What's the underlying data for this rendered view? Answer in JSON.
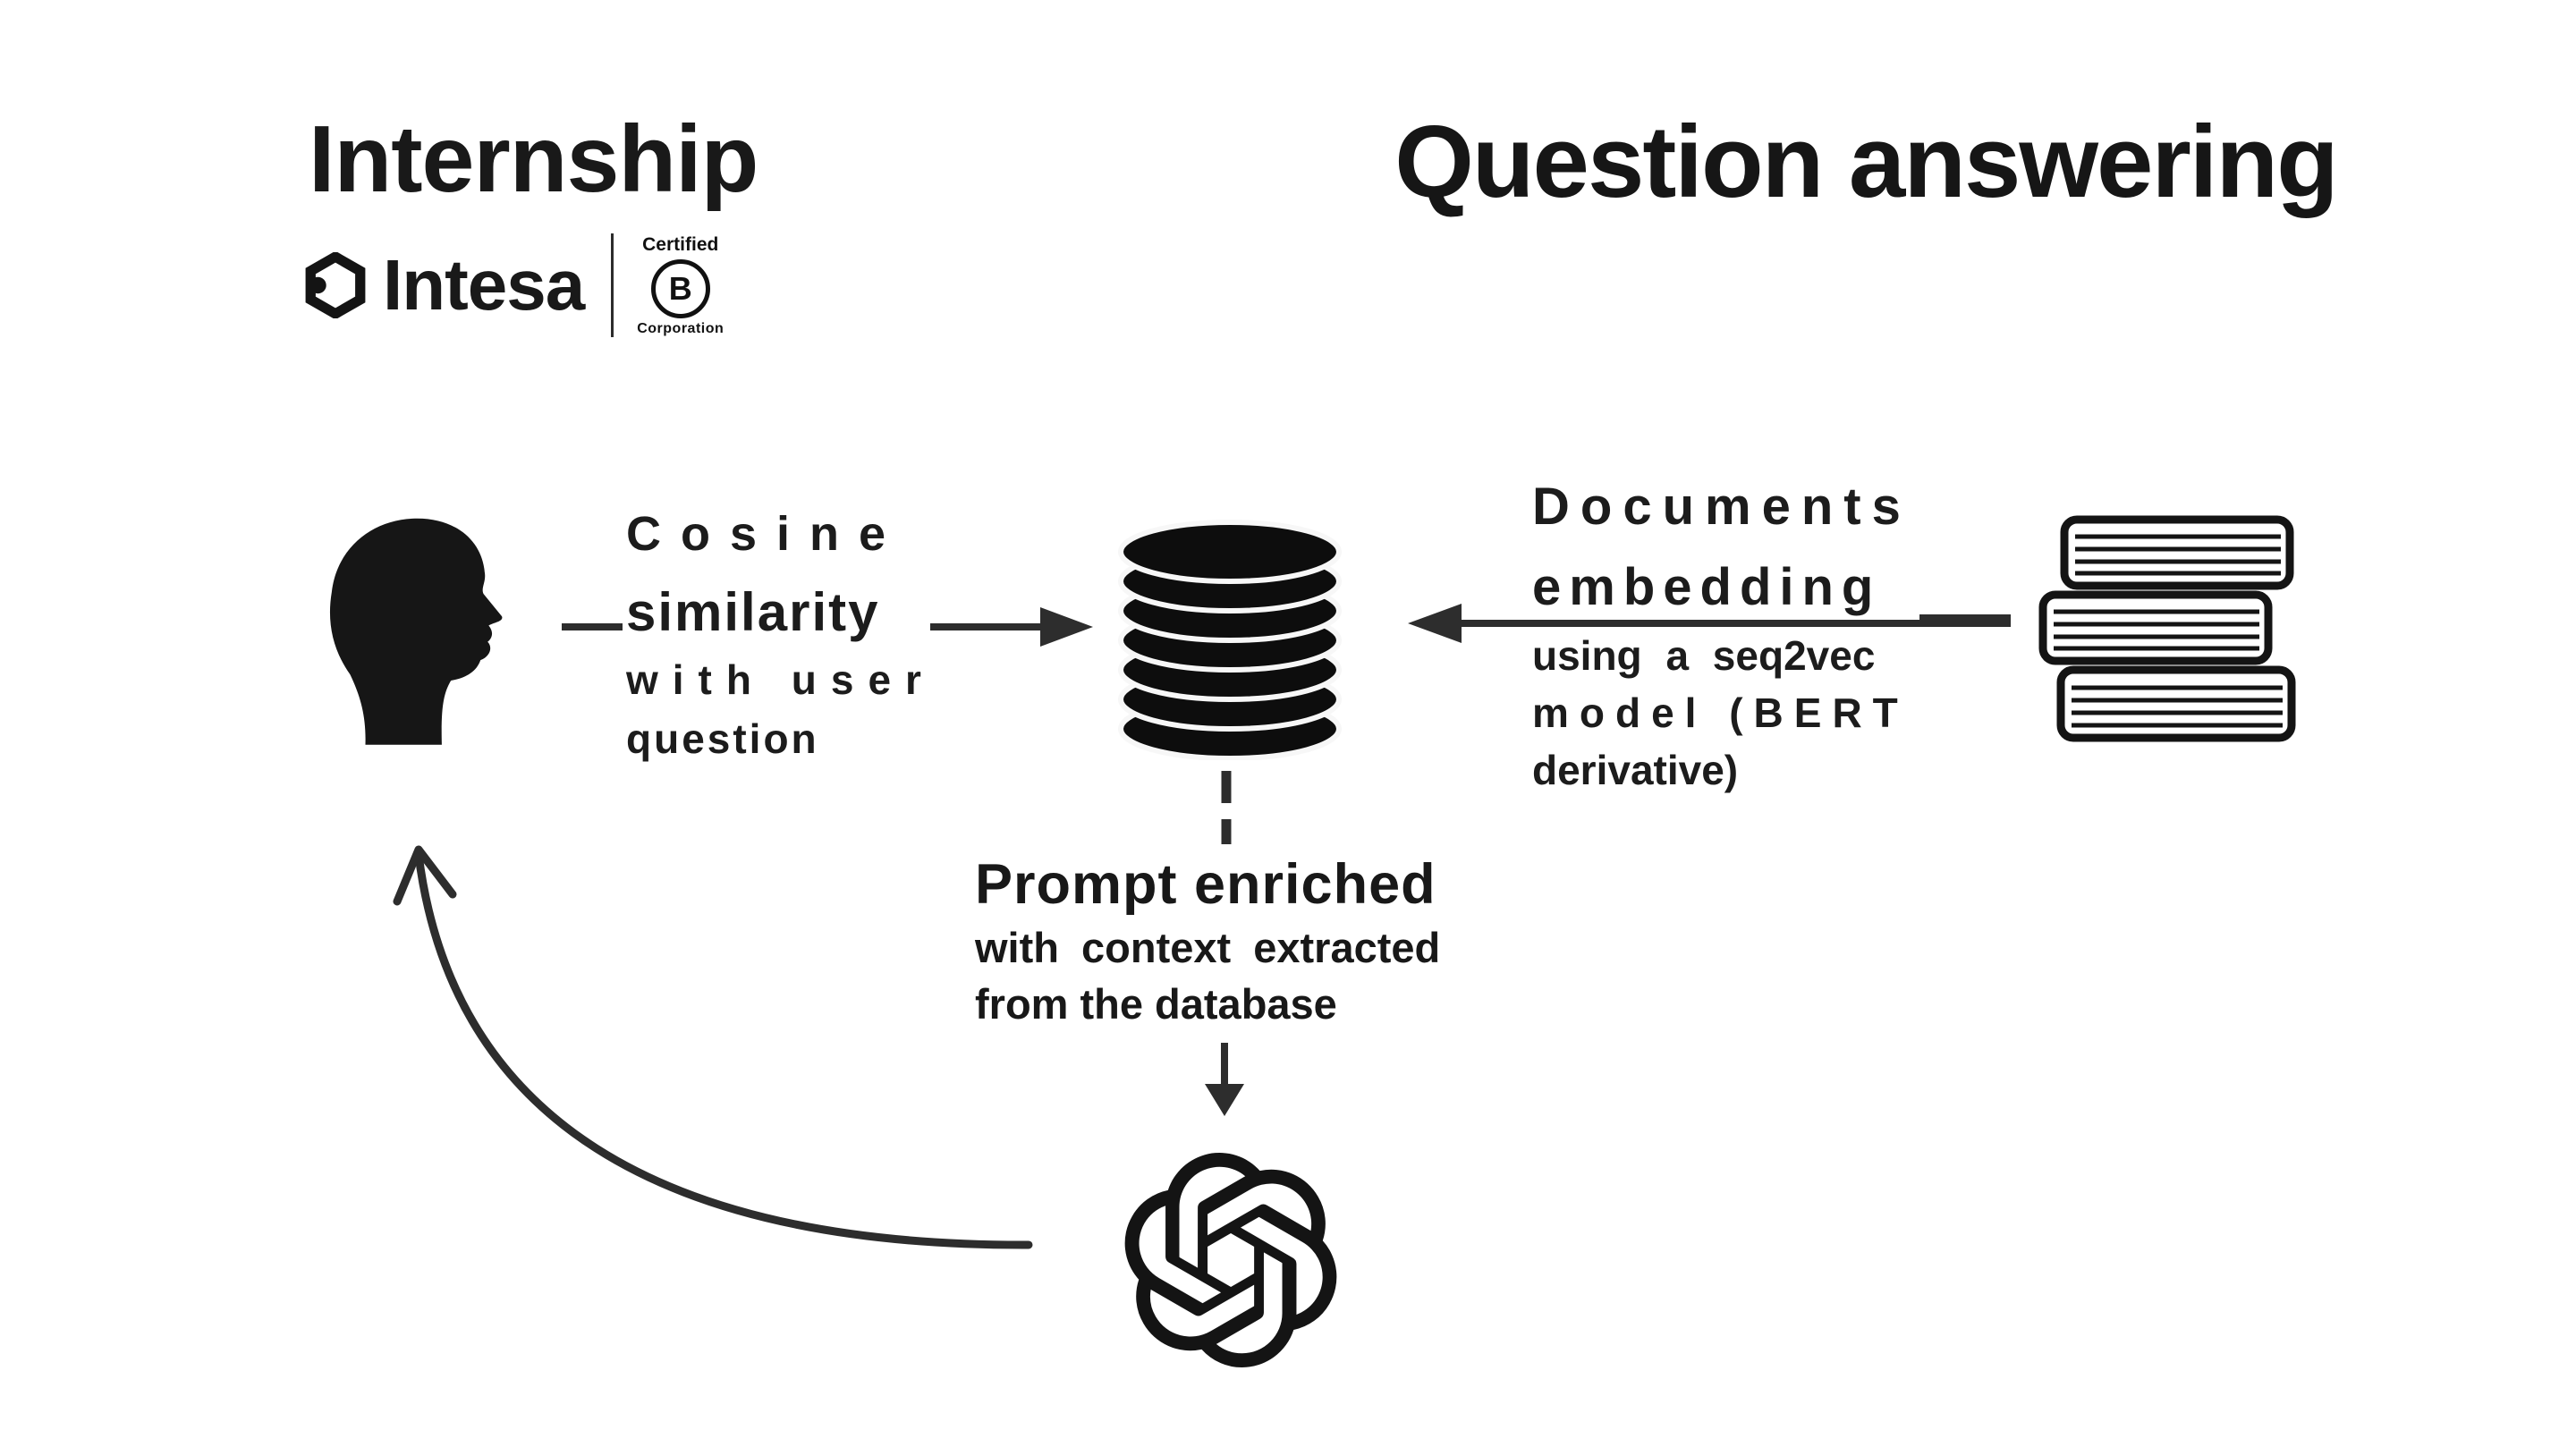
{
  "colors": {
    "background": "#ffffff",
    "ink": "#1b1b1b",
    "arrow": "#2d2d2d"
  },
  "header": {
    "title": "Internship",
    "brand": {
      "name": "Intesa",
      "bcorp_top": "Certified",
      "bcorp_letter": "B",
      "bcorp_bottom": "Corporation"
    }
  },
  "slide": {
    "title": "Question answering"
  },
  "flow": {
    "cosine": {
      "line1": "Cosine",
      "line2": "similarity",
      "line3": "with user",
      "line4": "question"
    },
    "documents": {
      "line1": "Documents",
      "line2": "embedding",
      "line3": "using a seq2vec",
      "line4": "model (BERT",
      "line5": "derivative)"
    },
    "prompt": {
      "title": "Prompt enriched",
      "line1": "with context extracted",
      "line2": "from the database"
    },
    "icons": {
      "user": "user-head-icon",
      "database": "database-icon",
      "books": "books-icon",
      "openai": "openai-logo-icon",
      "intesa": "intesa-logo-icon",
      "bcorp": "bcorp-badge-icon"
    }
  }
}
